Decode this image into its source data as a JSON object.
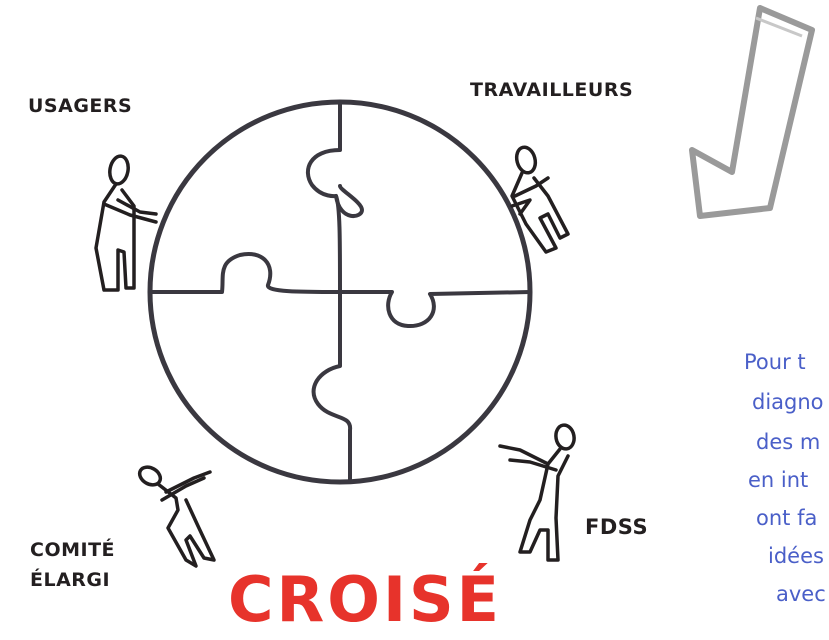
{
  "labels": {
    "usagers": "USAGERS",
    "travailleurs": "TRAVAILLEURS",
    "fdss": "FDSS",
    "comite": [
      "COMITÉ",
      "ÉLARGI"
    ]
  },
  "title": "CROISÉ",
  "note_lines": [
    "Pour t",
    "diagno",
    "des m",
    "en int",
    "ont fa",
    "idées",
    "avec"
  ],
  "colors": {
    "ink": "#231f20",
    "title": "#e7332b",
    "note": "#4a5fc8",
    "arrow": "#9a9a9a"
  },
  "icons": [
    "puzzle-circle",
    "stick-figure",
    "curved-arrow"
  ]
}
